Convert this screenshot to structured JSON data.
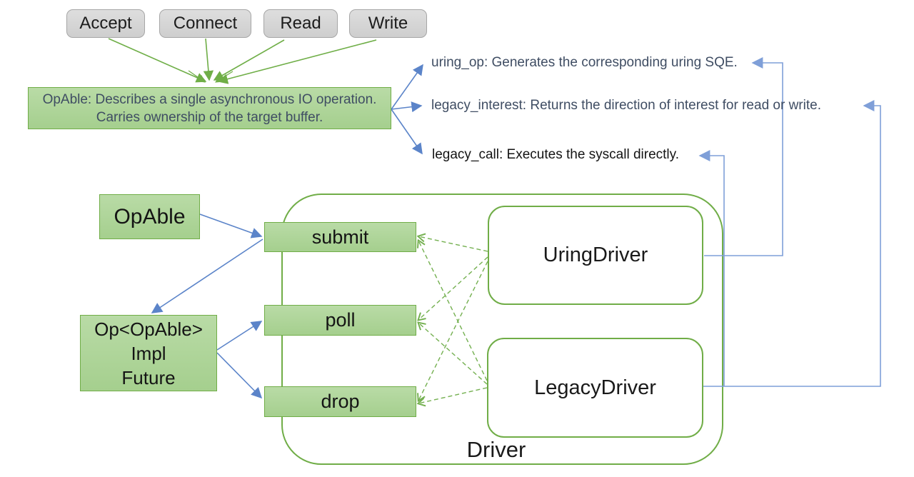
{
  "top": {
    "op_boxes": [
      {
        "label": "Accept"
      },
      {
        "label": "Connect"
      },
      {
        "label": "Read"
      },
      {
        "label": "Write"
      }
    ],
    "opable_note": {
      "line1": "OpAble: Describes a single asynchronous IO operation.",
      "line2": "Carries ownership of the target buffer."
    },
    "method_notes": [
      {
        "label": "uring_op: Generates the corresponding uring SQE."
      },
      {
        "label": "legacy_interest: Returns the direction of interest for read or write."
      },
      {
        "label": "legacy_call: Executes the syscall directly."
      }
    ]
  },
  "bottom": {
    "opable": {
      "label": "OpAble"
    },
    "op_wrapper": {
      "line1": "Op<OpAble>",
      "line2": "Impl",
      "line3": "Future"
    },
    "trait_methods": [
      {
        "label": "submit"
      },
      {
        "label": "poll"
      },
      {
        "label": "drop"
      }
    ],
    "drivers": [
      {
        "label": "UringDriver"
      },
      {
        "label": "LegacyDriver"
      }
    ],
    "container": {
      "label": "Driver"
    }
  },
  "colors": {
    "green_border": "#70ad47",
    "green_fill_top": "#b9dba6",
    "green_fill_bottom": "#a5cf8e",
    "green_line": "#6fae47",
    "gray_fill": "#d6d6d6",
    "gray_border": "#a6a6a6",
    "blue_connector": "#5b84c9",
    "blue_connector_light": "#7f9fd8",
    "navy_text": "#3f4d63",
    "black_text": "#1a1a1a"
  }
}
